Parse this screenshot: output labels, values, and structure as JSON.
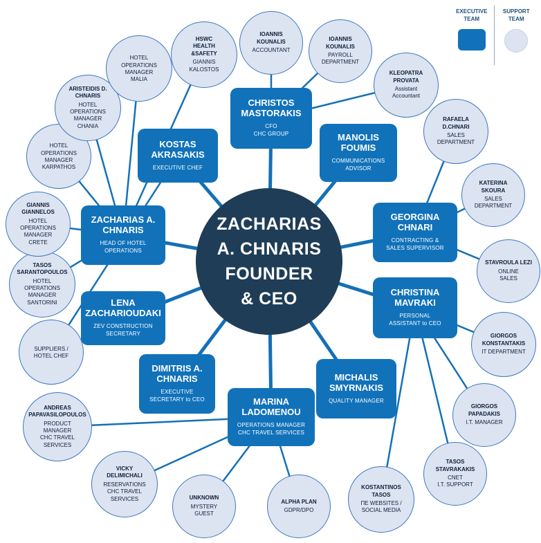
{
  "colors": {
    "executive": "#1172ba",
    "support_fill": "#dce3f1",
    "support_border": "#3b78be",
    "center_fill": "#1f3d56",
    "line": "#1470b6",
    "legend_text": "#1f4e79"
  },
  "legend": {
    "executive_label": "EXECUTIVE\nTEAM",
    "support_label": "SUPPORT\nTEAM"
  },
  "center": {
    "id": "center",
    "name": "ZACHARIAS\nA. CHNARIS\nFOUNDER\n& CEO"
  },
  "executives": [
    {
      "id": "exec-mastorakis",
      "name": "CHRISTOS MASTORAKIS",
      "role": "CFO\nCHC GROUP"
    },
    {
      "id": "exec-akrasakis",
      "name": "KOSTAS AKRASAKIS",
      "role": "EXECUTIVE CHEF"
    },
    {
      "id": "exec-foumis",
      "name": "MANOLIS FOUMIS",
      "role": "COMMUNICATIONS\nADVISOR"
    },
    {
      "id": "exec-zacharias",
      "name": "ZACHARIAS A. CHNARIS",
      "role": "HEAD OF HOTEL\nOPERATIONS"
    },
    {
      "id": "exec-georgina",
      "name": "GEORGINA CHNARI",
      "role": "CONTRACTING &\nSALES SUPERVISOR"
    },
    {
      "id": "exec-lena",
      "name": "LENA ZACHARIOUDAKI",
      "role": "ZEV CONSTRUCTION\nSECRETARY"
    },
    {
      "id": "exec-mavraki",
      "name": "CHRISTINA MAVRAKI",
      "role": "PERSONAL\nASSISTANT to CEO"
    },
    {
      "id": "exec-dimitris",
      "name": "DIMITRIS A. CHNARIS",
      "role": "EXECUTIVE\nSECRETARY to CEO"
    },
    {
      "id": "exec-marina",
      "name": "MARINA LADOMENOU",
      "role": "OPERATIONS MANAGER\nCHC TRAVEL SERVICES"
    },
    {
      "id": "exec-smyrnakis",
      "name": "MICHALIS SMYRNAKIS",
      "role": "QUALITY MANAGER"
    }
  ],
  "support": [
    {
      "id": "sup-kounalis-accountant",
      "name": "IOANNIS KOUNALIS",
      "role": "ACCOUNTANT"
    },
    {
      "id": "sup-kounalis-payroll",
      "name": "IOANNIS KOUNALIS",
      "role": "PAYROLL\nDEPARTMENT"
    },
    {
      "id": "sup-kleopatra",
      "name": "KLEOPATRA PROVATA",
      "role": "Assistant\nAccountant"
    },
    {
      "id": "sup-rafaela",
      "name": "RAFAELA D.CHNARI",
      "role": "SALES\nDEPARTMENT"
    },
    {
      "id": "sup-katerina",
      "name": "KATERINA SKOURA",
      "role": "SALES\nDEPARTMENT"
    },
    {
      "id": "sup-stavroula",
      "name": "STAVROULA LEZI",
      "role": "ONLINE\nSALES"
    },
    {
      "id": "sup-konstantakis",
      "name": "GIORGOS KONSTANTAKIS",
      "role": "IT DEPARTMENT"
    },
    {
      "id": "sup-papadakis",
      "name": "GIORGOS PAPADAKIS",
      "role": "I.T. MANAGER"
    },
    {
      "id": "sup-stavrakakis",
      "name": "TASOS STAVRAKAKIS",
      "role": "CNET\nI.T. SUPPORT"
    },
    {
      "id": "sup-kostantinos",
      "name": "KOSTANTINOS TASOS",
      "role": "ΠΕ WEBSITES /\nSOCIAL MEDIA"
    },
    {
      "id": "sup-alpha-plan",
      "name": "ALPHA PLAN",
      "role": "GDPR/DPO"
    },
    {
      "id": "sup-unknown",
      "name": "UNKNOWN",
      "role": "MYSTERY\nGUEST"
    },
    {
      "id": "sup-vicky",
      "name": "VICKY DELIMICHALI",
      "role": "RESERVATIONS\nCHC TRAVEL\nSERVICES"
    },
    {
      "id": "sup-andreas",
      "name": "ANDREAS PAPAVASILOPOULOS",
      "role": "PRODUCT\nMANAGER\nCHC TRAVEL\nSERVICES"
    },
    {
      "id": "sup-suppliers",
      "name": "",
      "role": "SUPPLIERS /\nHOTEL CHEF"
    },
    {
      "id": "sup-sarantopoulos",
      "name": "TASOS SARANTOPOULOS",
      "role": "HOTEL\nOPERATIONS\nMANAGER\nSANTORINI"
    },
    {
      "id": "sup-giannelos",
      "name": "GIANNIS GIANNELOS",
      "role": "HOTEL\nOPERATIONS\nMANAGER\nCRETE"
    },
    {
      "id": "sup-karpathos",
      "name": "",
      "role": "HOTEL\nOPERATIONS\nMANAGER\nKARPATHOS"
    },
    {
      "id": "sup-aristeidis",
      "name": "ARISTEIDIS D. CHNARIS",
      "role": "HOTEL\nOPERATIONS\nMANAGER\nCHANIA"
    },
    {
      "id": "sup-malia",
      "name": "",
      "role": "HOTEL\nOPERATIONS\nMANAGER\nMALIA"
    },
    {
      "id": "sup-hswc",
      "name": "HSWC\nHEALTH\n&SAFETY",
      "role": "GIANNIS\nKALOSTOS"
    }
  ],
  "edges": [
    {
      "from": "center",
      "to": "exec-mastorakis",
      "w": 5
    },
    {
      "from": "center",
      "to": "exec-akrasakis",
      "w": 5
    },
    {
      "from": "center",
      "to": "exec-foumis",
      "w": 5
    },
    {
      "from": "center",
      "to": "exec-zacharias",
      "w": 5
    },
    {
      "from": "center",
      "to": "exec-georgina",
      "w": 5
    },
    {
      "from": "center",
      "to": "exec-lena",
      "w": 5
    },
    {
      "from": "center",
      "to": "exec-mavraki",
      "w": 5
    },
    {
      "from": "center",
      "to": "exec-dimitris",
      "w": 5
    },
    {
      "from": "center",
      "to": "exec-marina",
      "w": 5
    },
    {
      "from": "center",
      "to": "exec-smyrnakis",
      "w": 5
    },
    {
      "from": "exec-mastorakis",
      "to": "sup-kounalis-accountant",
      "w": 2.5
    },
    {
      "from": "exec-mastorakis",
      "to": "sup-kounalis-payroll",
      "w": 2.5
    },
    {
      "from": "exec-mastorakis",
      "to": "sup-kleopatra",
      "w": 2.5
    },
    {
      "from": "exec-zacharias",
      "to": "sup-malia",
      "w": 2.5
    },
    {
      "from": "exec-zacharias",
      "to": "sup-aristeidis",
      "w": 2.5
    },
    {
      "from": "exec-zacharias",
      "to": "sup-karpathos",
      "w": 2.5
    },
    {
      "from": "exec-zacharias",
      "to": "sup-giannelos",
      "w": 2.5
    },
    {
      "from": "exec-zacharias",
      "to": "sup-sarantopoulos",
      "w": 2.5
    },
    {
      "from": "exec-zacharias",
      "to": "sup-hswc",
      "w": 2.5
    },
    {
      "from": "exec-akrasakis",
      "to": "sup-suppliers",
      "w": 2.5
    },
    {
      "from": "exec-georgina",
      "to": "sup-rafaela",
      "w": 2.5
    },
    {
      "from": "exec-georgina",
      "to": "sup-katerina",
      "w": 2.5
    },
    {
      "from": "exec-georgina",
      "to": "sup-stavroula",
      "w": 2.5
    },
    {
      "from": "exec-mavraki",
      "to": "sup-konstantakis",
      "w": 2.5
    },
    {
      "from": "exec-mavraki",
      "to": "sup-papadakis",
      "w": 2.5
    },
    {
      "from": "exec-mavraki",
      "to": "sup-stavrakakis",
      "w": 2.5
    },
    {
      "from": "exec-mavraki",
      "to": "sup-kostantinos",
      "w": 2.5
    },
    {
      "from": "exec-marina",
      "to": "sup-vicky",
      "w": 2.5
    },
    {
      "from": "exec-marina",
      "to": "sup-andreas",
      "w": 2.5
    },
    {
      "from": "exec-marina",
      "to": "sup-unknown",
      "w": 2.5
    },
    {
      "from": "exec-marina",
      "to": "sup-alpha-plan",
      "w": 2.5
    }
  ]
}
